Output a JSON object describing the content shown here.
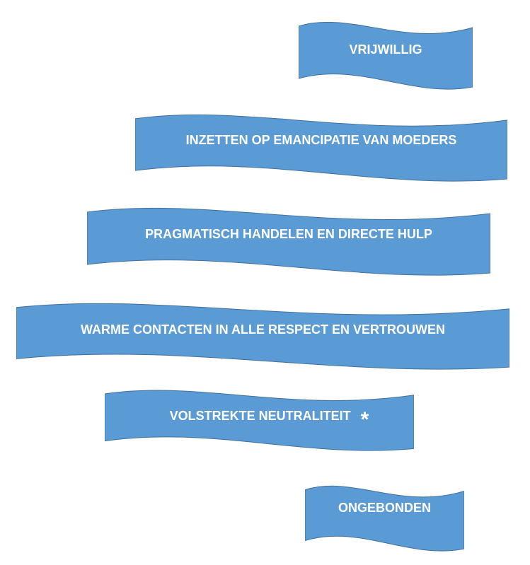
{
  "colors": {
    "fill": "#5B9BD5",
    "stroke": "#41719C",
    "text": "#FFFFFF"
  },
  "banners": [
    {
      "label": "VRIJWILLIG"
    },
    {
      "label": "INZETTEN OP EMANCIPATIE VAN MOEDERS"
    },
    {
      "label": "PRAGMATISCH HANDELEN EN DIRECTE HULP"
    },
    {
      "label": "WARME CONTACTEN IN ALLE RESPECT EN VERTROUWEN"
    },
    {
      "label": "VOLSTREKTE NEUTRALITEIT",
      "marker": "*"
    },
    {
      "label": "ONGEBONDEN"
    }
  ]
}
